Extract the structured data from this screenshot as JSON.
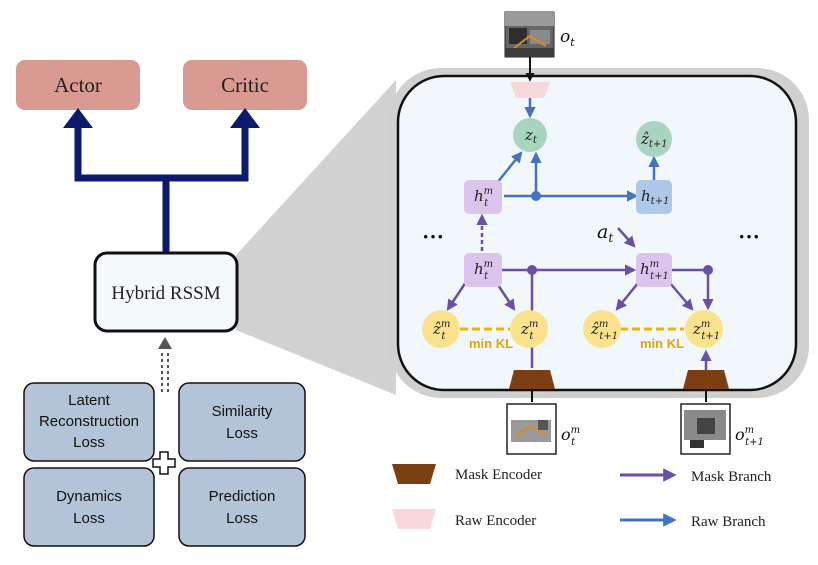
{
  "heads": {
    "actor": "Actor",
    "critic": "Critic"
  },
  "rssm": {
    "label": "Hybrid RSSM"
  },
  "losses": {
    "latent_line1": "Latent",
    "latent_line2": "Reconstruction",
    "latent_line3": "Loss",
    "similarity_line1": "Similarity",
    "similarity_line2": "Loss",
    "dynamics_line1": "Dynamics",
    "dynamics_line2": "Loss",
    "prediction_line1": "Prediction",
    "prediction_line2": "Loss",
    "plus_symbol": "✚"
  },
  "detail": {
    "ellipsis_left": "···",
    "ellipsis_right": "···",
    "obs_top": {
      "base": "o",
      "sub": "t"
    },
    "obs_mask_t": {
      "base": "o",
      "sub": "t",
      "sup": "m"
    },
    "obs_mask_t1": {
      "base": "o",
      "sub": "t+1",
      "sup": "m"
    },
    "z_t": {
      "base": "z",
      "sub": "t"
    },
    "zhat_t1": {
      "base": "ẑ",
      "sub": "t+1"
    },
    "h_t_raw": {
      "base": "h",
      "sub": "t",
      "sup": "m"
    },
    "h_t1_raw": {
      "base": "h",
      "sub": "t+1"
    },
    "action": {
      "base": "a",
      "sub": "t"
    },
    "h_t_mask": {
      "base": "h",
      "sub": "t",
      "sup": "m"
    },
    "h_t1_mask": {
      "base": "h",
      "sub": "t+1",
      "sup": "m"
    },
    "zhat_t_mask": {
      "base": "ẑ",
      "sub": "t",
      "sup": "m"
    },
    "z_t_mask": {
      "base": "z",
      "sub": "t",
      "sup": "m"
    },
    "zhat_t1_mask": {
      "base": "ẑ",
      "sub": "t+1",
      "sup": "m"
    },
    "z_t1_mask": {
      "base": "z",
      "sub": "t+1",
      "sup": "m"
    },
    "min_kl_left": "min KL",
    "min_kl_right": "min KL"
  },
  "legend": {
    "mask_encoder": "Mask Encoder",
    "raw_encoder": "Raw Encoder",
    "mask_branch": "Mask Branch",
    "raw_branch": "Raw Branch"
  },
  "colors": {
    "head_fill": "#d99a91",
    "navy": "#0d1b6e",
    "loss_fill": "#b4c4d8",
    "panel_fill": "#f1f7fb",
    "green_node": "#a8d5bf",
    "blue_node": "#aec8ea",
    "lilac_node": "#dcc5ec",
    "yellow_node": "#fbe38d",
    "mask_encoder": "#7b3f12",
    "raw_encoder": "#f7d9dc",
    "mask_arrow": "#6a4fa7",
    "raw_arrow": "#4472c4",
    "kl_dash": "#f0b400",
    "kl_text": "#e0a800"
  }
}
